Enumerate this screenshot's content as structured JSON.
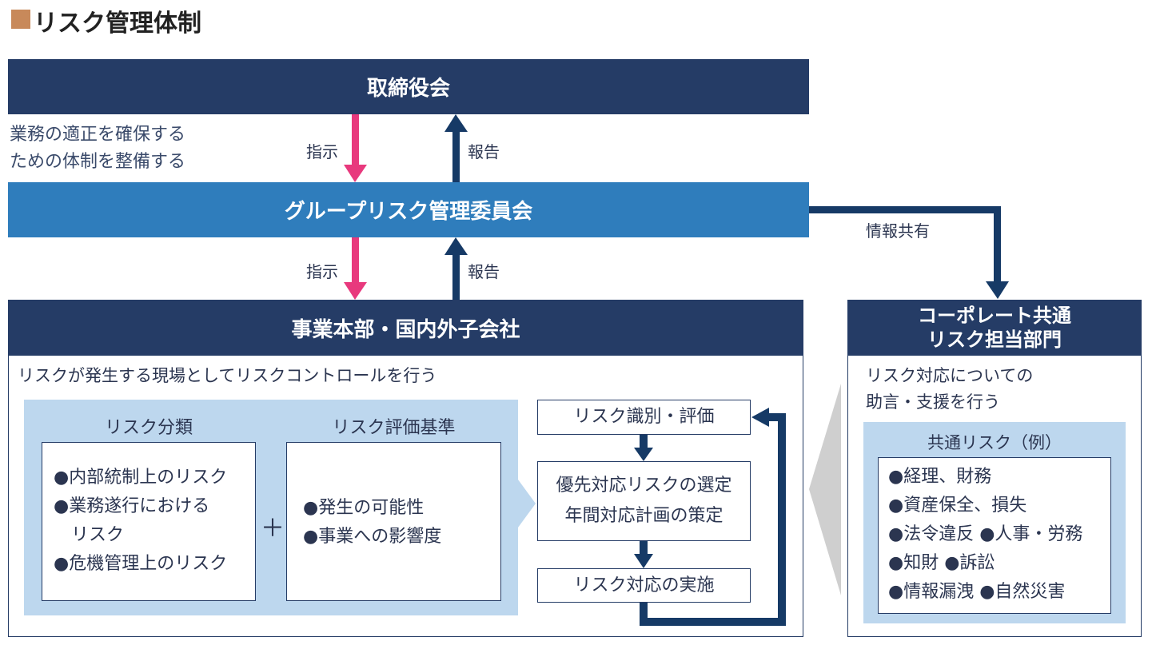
{
  "title": "リスク管理体制",
  "colors": {
    "navy": "#253c66",
    "blue": "#2f7dbc",
    "pink": "#e8397d",
    "light": "#bdd7ee",
    "accent": "#c8895a"
  },
  "board": "取締役会",
  "board_note": [
    "業務の適正を確保する",
    "ための体制を整備する"
  ],
  "instruct": "指示",
  "report": "報告",
  "committee": "グループリスク管理委員会",
  "info_share": "情報共有",
  "business": {
    "title": "事業本部・国内外子会社",
    "subtitle": "リスクが発生する現場としてリスクコントロールを行う",
    "classification": {
      "label": "リスク分類",
      "items": [
        "●内部統制上のリスク",
        "●業務遂行における",
        "　リスク",
        "●危機管理上のリスク"
      ]
    },
    "plus": "＋",
    "criteria": {
      "label": "リスク評価基準",
      "items": [
        "●発生の可能性",
        "●事業への影響度"
      ]
    },
    "flow": [
      "リスク識別・評価",
      "優先対応リスクの選定",
      "年間対応計画の策定",
      "リスク対応の実施"
    ]
  },
  "corporate": {
    "title": [
      "コーポレート共通",
      "リスク担当部門"
    ],
    "desc": [
      "リスク対応についての",
      "助言・支援を行う"
    ],
    "common_label": "共通リスク（例）",
    "items": [
      "●経理、財務",
      "●資産保全、損失",
      "●法令違反 ●人事・労務",
      "●知財 ●訴訟",
      "●情報漏洩 ●自然災害"
    ]
  }
}
